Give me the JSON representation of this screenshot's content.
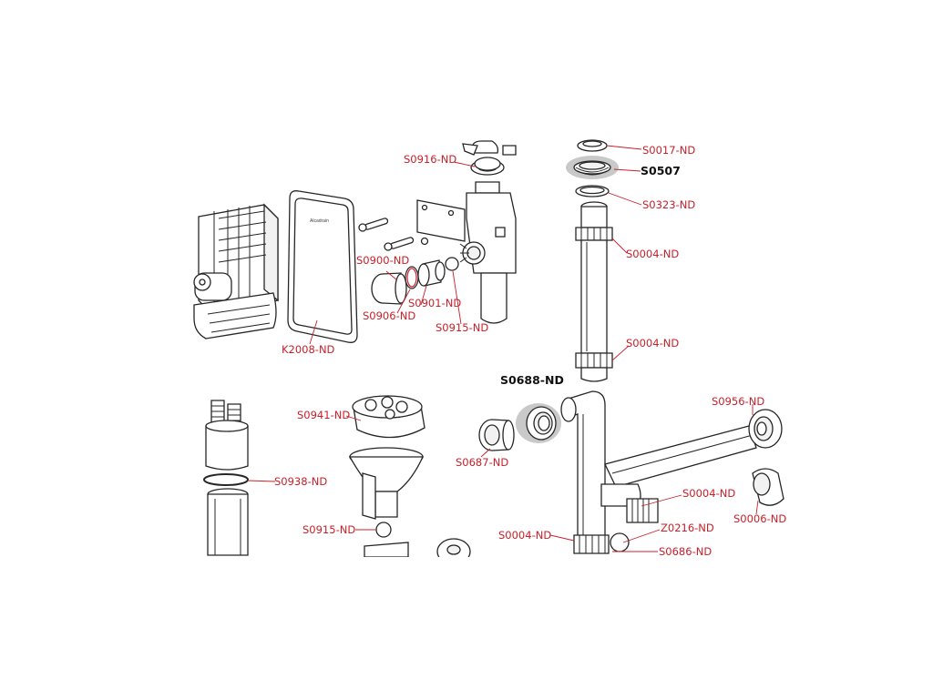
{
  "labels": {
    "s0017": "S0017-ND",
    "s0507": "S0507",
    "s0916": "S0916-ND",
    "s0323": "S0323-ND",
    "s0004_a": "S0004-ND",
    "s0900": "S0900-ND",
    "s0901": "S0901-ND",
    "s0906": "S0906-ND",
    "s0915_a": "S0915-ND",
    "k2008": "K2008-ND",
    "s0004_b": "S0004-ND",
    "s0688": "S0688-ND",
    "s0956": "S0956-ND",
    "s0941": "S0941-ND",
    "s0687": "S0687-ND",
    "s0938": "S0938-ND",
    "s0004_c": "S0004-ND",
    "s0006": "S0006-ND",
    "z0216": "Z0216-ND",
    "s0915_b": "S0915-ND",
    "s0004_d": "S0004-ND",
    "s0686": "S0686-ND"
  },
  "panel_logo_text": "Alcadrain",
  "colors": {
    "label_red": "#c8202a",
    "highlight_label": "#111111",
    "highlight_ring": "#c9c9c9",
    "line": "#262626"
  }
}
